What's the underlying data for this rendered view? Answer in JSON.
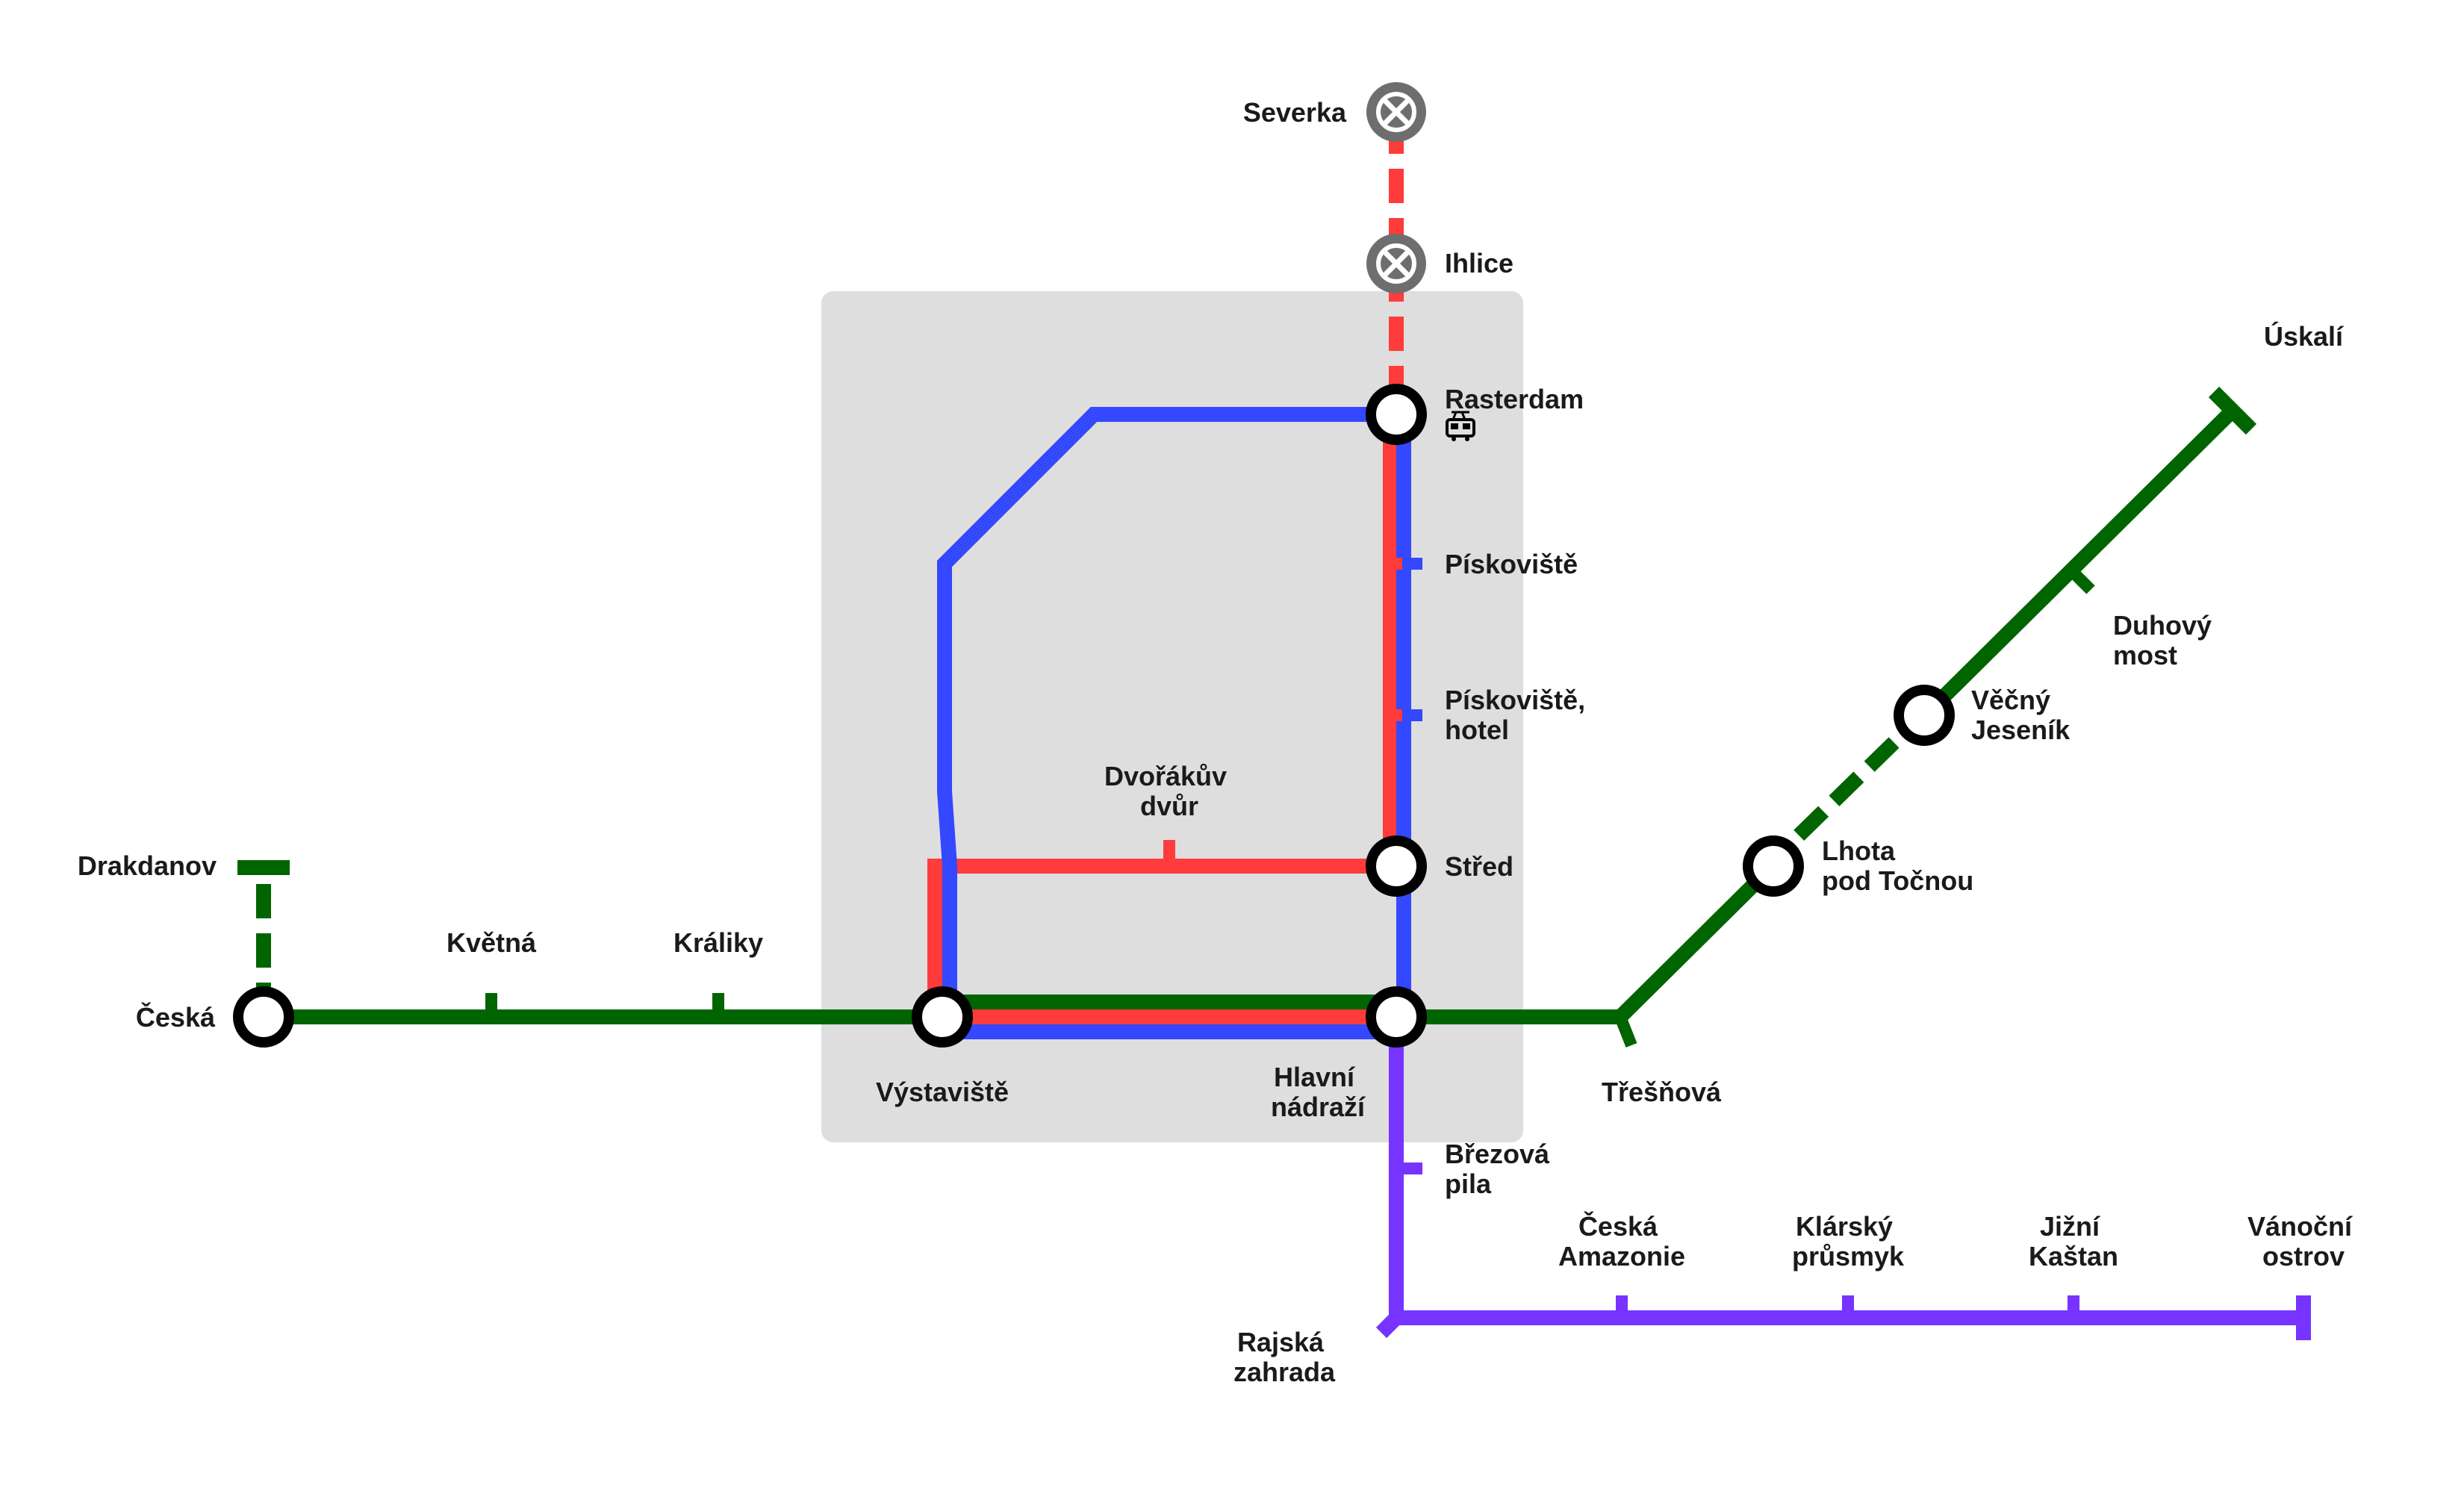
{
  "map": {
    "lines": {
      "green": {
        "color": "#006400"
      },
      "red": {
        "color": "#ff3b3b"
      },
      "blue": {
        "color": "#3348ff"
      },
      "purple": {
        "color": "#7733ff"
      }
    },
    "zone_color": "#dedede",
    "stations": {
      "severka": "Severka",
      "ihlice": "Ihlice",
      "rasterdam": "Rasterdam",
      "piskoviste": "Pískoviště",
      "piskoviste_hotel": [
        "Pískoviště,",
        "hotel"
      ],
      "dvorakuv_dvur": [
        "Dvořákův",
        "dvůr"
      ],
      "stred": "Střed",
      "drakdanov": "Drakdanov",
      "kvetna": "Květná",
      "kraliky": "Králiky",
      "ceska": "Česká",
      "vystaviste": "Výstaviště",
      "hlavni_nadrazi": [
        "Hlavní",
        "nádraží"
      ],
      "tresnova": "Třešňová",
      "lhota": [
        "Lhota",
        "pod Točnou"
      ],
      "vecny_jesenik": [
        "Věčný",
        "Jeseník"
      ],
      "duhovy_most": [
        "Duhový",
        "most"
      ],
      "uskali": "Úskalí",
      "brezova_pila": [
        "Březová",
        "pila"
      ],
      "rajska_zahrada": [
        "Rajská",
        "zahrada"
      ],
      "ceska_amazonie": [
        "Česká",
        "Amazonie"
      ],
      "klarsky_prusmyk": [
        "Klárský",
        "průsmyk"
      ],
      "jizni_kastan": [
        "Jižní",
        "Kaštan"
      ],
      "vanocni_ostrov": [
        "Vánoční",
        "ostrov"
      ]
    },
    "icons": {
      "tram": "tram-icon",
      "closed_station": "closed-station-icon"
    }
  }
}
